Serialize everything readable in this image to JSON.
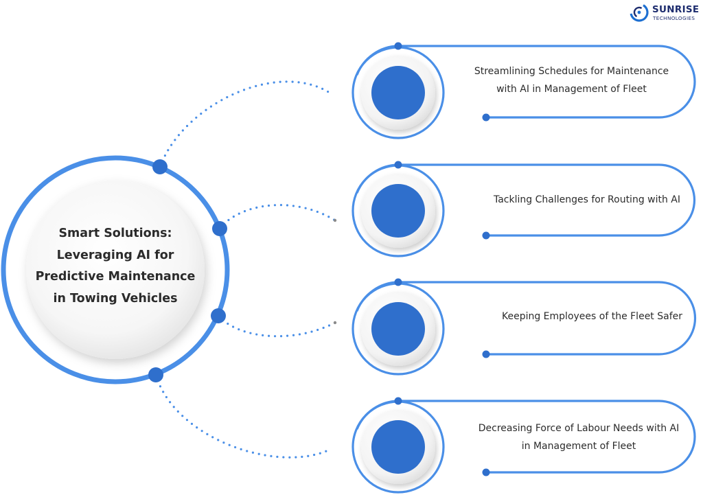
{
  "logo": {
    "name": "SUNRISE",
    "subtitle": "TECHNOLOGIES"
  },
  "center": {
    "lines": [
      "Smart Solutions:",
      "Leveraging AI for",
      "Predictive Maintenance",
      "in Towing Vehicles"
    ]
  },
  "items": [
    {
      "lines": [
        "Streamlining Schedules for Maintenance",
        "with AI in Management of Fleet"
      ]
    },
    {
      "lines": [
        "Tackling Challenges for Routing with AI"
      ]
    },
    {
      "lines": [
        "Keeping Employees of the Fleet Safer"
      ]
    },
    {
      "lines": [
        "Decreasing Force of Labour Needs with AI",
        "in Management of Fleet"
      ]
    }
  ],
  "colors": {
    "accent": "#4a8fe7",
    "accent_dark": "#2f73d1",
    "node_fill": "#2f6fcc",
    "text": "#2b2b2b",
    "logo": "#1d2c6e"
  }
}
